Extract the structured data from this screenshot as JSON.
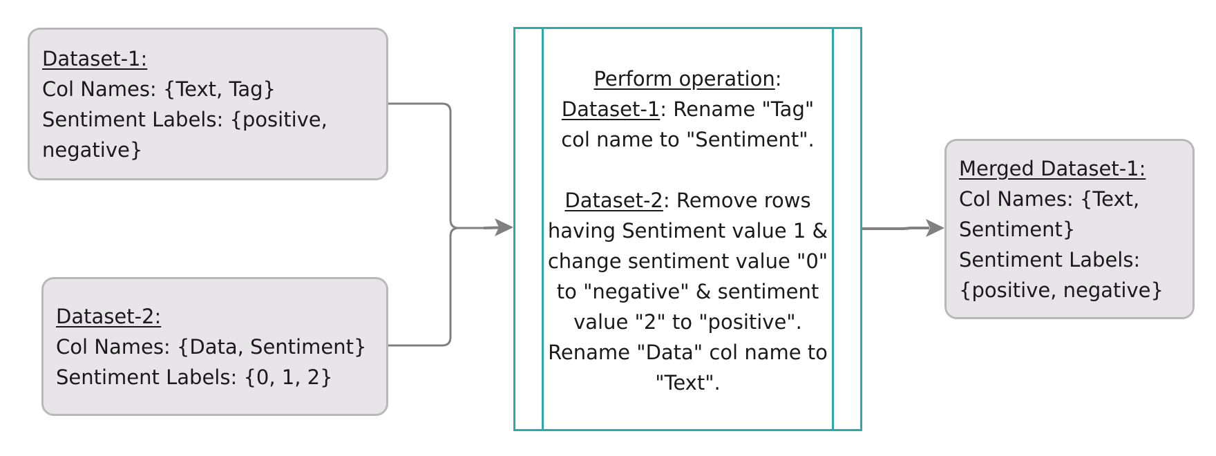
{
  "dataset1": {
    "title": "Dataset-1:",
    "col_names": "Col Names: {Text, Tag}",
    "labels_line1": "Sentiment Labels: {positive,",
    "labels_line2": "negative}"
  },
  "dataset2": {
    "title": "Dataset-2:",
    "col_names": "Col Names: {Data, Sentiment}",
    "labels": "Sentiment Labels: {0, 1, 2}"
  },
  "operation": {
    "heading": "Perform operation",
    "heading_suffix": ":",
    "step1_label": "Dataset-1",
    "step1_text": ": Rename \"Tag\" col name to \"Sentiment\".",
    "step2_label": "Dataset-2",
    "step2_text": ": Remove rows having Sentiment value 1 & change sentiment value \"0\" to \"negative\" & sentiment value \"2\" to \"positive\". Rename \"Data\" col name to \"Text\"."
  },
  "merged": {
    "title": "Merged Dataset-1:",
    "col_names_line1": "Col Names: {Text,",
    "col_names_line2": "Sentiment}",
    "labels_line1": "Sentiment Labels:",
    "labels_line2": "{positive, negative}"
  },
  "colors": {
    "box_fill": "#e8e5e8",
    "box_border": "#b9b7ba",
    "process_border": "#2aabaa",
    "connector": "#808080"
  }
}
